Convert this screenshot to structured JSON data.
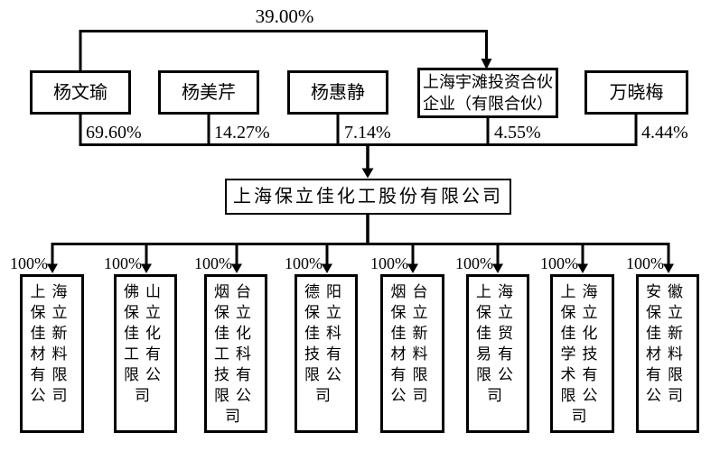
{
  "diagram": {
    "title_implicit": "equity structure chart",
    "colors": {
      "line": "#000000",
      "background": "#ffffff",
      "text": "#000000"
    },
    "cross_holding": {
      "label": "39.00%",
      "from": "杨文瑜",
      "to": "上海宇滩投资合伙企业（有限合伙）"
    },
    "shareholders": [
      {
        "name": "杨文瑜",
        "pct": "69.60%"
      },
      {
        "name": "杨美芹",
        "pct": "14.27%"
      },
      {
        "name": "杨惠静",
        "pct": "7.14%"
      },
      {
        "name": "上海宇滩投资合伙企业（有限合伙）",
        "pct": "4.55%"
      },
      {
        "name": "万晓梅",
        "pct": "4.44%"
      }
    ],
    "parent_company": {
      "name": "上海保立佳化工股份有限公司"
    },
    "subsidiaries": [
      {
        "name": "上海保立佳新材料有限公司",
        "pct": "100%"
      },
      {
        "name": "佛山保立佳化工有限公司",
        "pct": "100%"
      },
      {
        "name": "烟台保立佳化工科技有限公司",
        "pct": "100%"
      },
      {
        "name": "德阳保立佳科技有限公司",
        "pct": "100%"
      },
      {
        "name": "烟台保立佳新材料有限公司",
        "pct": "100%"
      },
      {
        "name": "上海保立佳贸易有限公司",
        "pct": "100%"
      },
      {
        "name": "上海保立佳化学技术有限公司",
        "pct": "100%"
      },
      {
        "name": "安徽保立佳新材料有限公司",
        "pct": "100%"
      }
    ]
  }
}
